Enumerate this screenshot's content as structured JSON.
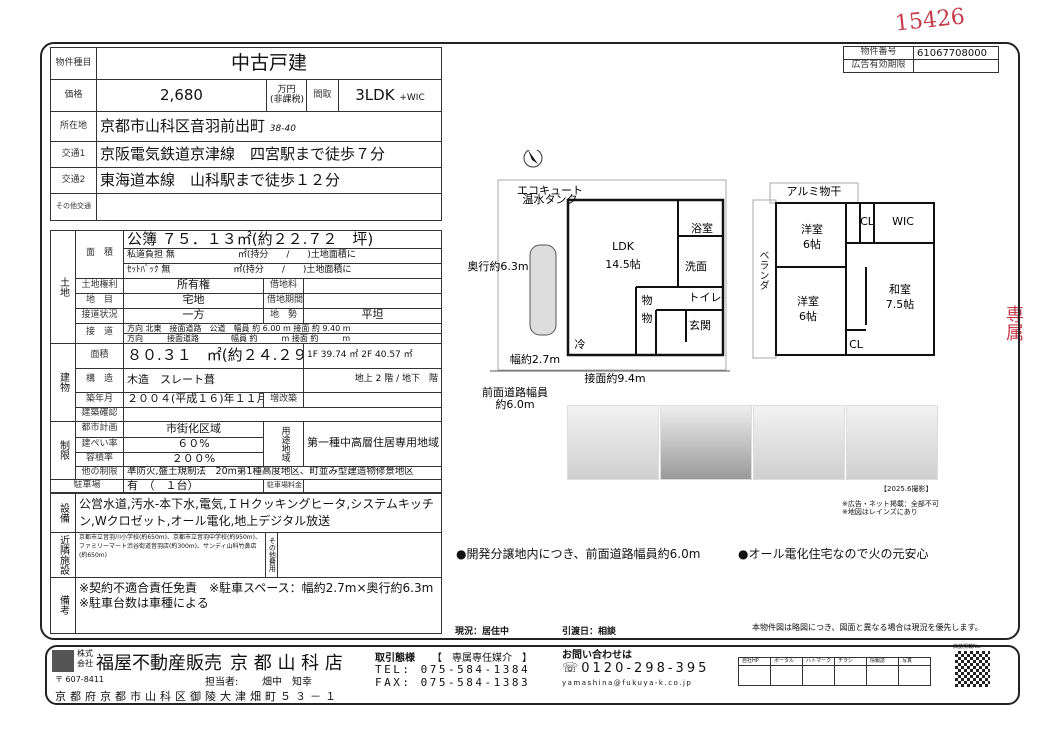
{
  "handwritten": {
    "number": "15426",
    "side_note": "専属"
  },
  "property_id": {
    "label": "物件番号",
    "value": "61067708000",
    "ad_period_label": "広告有効期限",
    "ad_period_value": ""
  },
  "type": {
    "label": "物件種目",
    "value": "中古戸建"
  },
  "price": {
    "label": "価格",
    "value": "2,680",
    "unit": "万円",
    "tax": "(非課税)",
    "layout_label": "間取",
    "layout": "3LDK",
    "layout_extra": "+WIC"
  },
  "address": {
    "label": "所在地",
    "value": "京都市山科区音羽前出町",
    "handwritten_no": "38-40"
  },
  "transit": [
    {
      "label": "交通1",
      "value": "京阪電気鉄道京津線　四宮駅まで徒歩７分"
    },
    {
      "label": "交通2",
      "value": "東海道本線　山科駅まで徒歩１２分"
    },
    {
      "label": "その他交通",
      "value": ""
    }
  ],
  "land": {
    "label": "土地",
    "area_label": "面　積",
    "area": "公簿 ７５．１３㎡(約２２.７２　坪)",
    "private_road": "私道負担 無　　　　　　　㎡(持分　　/　　)土地面積に",
    "setback": "ｾｯﾄﾊﾞｯｸ 無　　　　　　　㎡(持分　　/　　)土地面積に",
    "rights_label": "土地権利",
    "rights": "所有権",
    "rent_label": "借地料",
    "rent": "",
    "category_label": "地　目",
    "category": "宅地",
    "lease_label": "借地期間",
    "lease": "",
    "road_status_label": "接道状況",
    "road_status": "一方",
    "terrain_label": "地　勢",
    "terrain": "平坦",
    "road_label": "接　道",
    "road1": "方向 北東　接面道路　公道　幅員 約 6.00 m 接面 約 9.40 m",
    "road2": "方向　　　接面道路　　　　幅員 約　　　m 接面 約　　　m"
  },
  "building": {
    "label": "建物",
    "area_label": "面積",
    "area": "８０.３１　㎡(約２４.２９ 坪)",
    "floors_area": "1F 39.74 ㎡ 2F 40.57 ㎡",
    "structure_label": "構　造",
    "structure": "木造　スレート葺",
    "stories": "地上 2 階 / 地下　階",
    "built_label": "築年月",
    "built": "２００４(平成１６)年１１月",
    "renov_label": "増改築",
    "renov": "",
    "confirm_label": "建築確認",
    "confirm": ""
  },
  "restrictions": {
    "label": "制限",
    "city_plan_label": "都市計画",
    "city_plan": "市街化区域",
    "bcr_label": "建ぺい率",
    "bcr": "６０%",
    "far_label": "容積率",
    "far": "２００%",
    "zone_label": "用途地域",
    "zone": "第一種中高層住居専用地域",
    "other_label": "他の制限",
    "other": "準防火,盛土規制法　20m第1種高度地区、町並み型建造物修景地区"
  },
  "parking": {
    "label": "駐車場",
    "value": "有　（　１台）",
    "fee_label": "駐車場料金",
    "fee": ""
  },
  "equipment": {
    "label": "設備",
    "value": "公営水道,汚水-本下水,電気,ＩＨクッキングヒータ,システムキッチン,Wクロゼット,オール電化,地上デジタル放送"
  },
  "nearby": {
    "label": "近隣施設",
    "value": "京都市立音羽川小学校(約650m)、京都市立音羽中学校(約950m)、ファミリーマート渋谷街道音羽店(約300m)、サンディ山科竹鼻店(約650m)",
    "other_label": "その他費用",
    "other": ""
  },
  "remarks": {
    "label": "備考",
    "value": "※契約不適合責任免責　※駐車スペース：幅約2.7m×奥行約6.3m　※駐車台数は車種による"
  },
  "plan1": {
    "ldk": "LDK",
    "ldk_size": "14.5帖",
    "bath": "浴室",
    "wash": "洗面",
    "toilet": "トイレ",
    "storage": "物",
    "entrance": "玄関",
    "fridge": "冷",
    "ecocute": "エコキュート",
    "tank": "温水タンク",
    "depth": "奥行約6.3m",
    "width": "幅約2.7m",
    "frontage": "接面約9.4m",
    "road": "前面道路幅員",
    "road_w": "約6.0m"
  },
  "plan2": {
    "dry": "アルミ物干",
    "room1": "洋室",
    "room1_size": "6帖",
    "room2": "洋室",
    "room2_size": "6帖",
    "jroom": "和室",
    "jroom_size": "7.5帖",
    "cl": "CL",
    "wic": "WIC",
    "veranda": "ベランダ"
  },
  "photo_note": "【2025.6撮影】",
  "notes": [
    "※広告・ネット掲載：全部不可",
    "※地図はレインズにあり"
  ],
  "highlights": [
    "●開発分譲地内につき、前面道路幅員約6.0m",
    "●オール電化住宅なので火の元安心"
  ],
  "status": {
    "current": "現況：居住中",
    "handover": "引渡日：相談",
    "disclaimer": "本物件図は略図につき、図面と異なる場合は現況を優先します。"
  },
  "company": {
    "kabu": "株式会社",
    "name": "福屋不動産販売",
    "branch": "京 都 山 科 店",
    "postal": "〒 607-8411",
    "staff_label": "担当者:",
    "staff": "畑中　知幸",
    "address": "京都府京都市山科区御陵大津畑町５３－１",
    "deal_label": "取引態様",
    "deal": "【　専属専任媒介　】",
    "tel": "TEL: 075-584-1384",
    "fax": "FAX: 075-584-1383",
    "inquiry": "お問い合わせは",
    "free": "0120-298-395",
    "email": "yamashina@fukuya-k.co.jp"
  },
  "media_table": [
    "自社HP",
    "ポータル",
    "ハトマーク",
    "チラシ",
    "情報誌",
    "写真"
  ],
  "qr_label": "広誌掲載No."
}
